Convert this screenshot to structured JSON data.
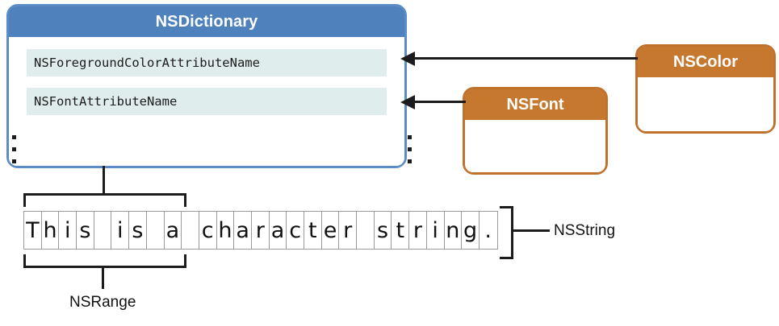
{
  "diagram": {
    "title": "NSAttributedString composition diagram",
    "colors": {
      "dict_header": "#4f81bd",
      "dict_border": "#5b8cc4",
      "row_fill": "#dfeded",
      "obj_header": "#c5782e",
      "obj_border": "#c0712c",
      "line": "#1c1c1c",
      "cell_border": "#9a9a9a"
    }
  },
  "dictionary": {
    "title": "NSDictionary",
    "rows": [
      {
        "key": "NSForegroundColorAttributeName"
      },
      {
        "key": "NSFontAttributeName"
      }
    ],
    "ellipsis": "⋮"
  },
  "objects": [
    {
      "id": "nsfont",
      "title": "NSFont",
      "target_row": 1
    },
    {
      "id": "nscolor",
      "title": "NSColor",
      "target_row": 0
    }
  ],
  "string": {
    "text": "This is a character string.",
    "characters": [
      "T",
      "h",
      "i",
      "s",
      " ",
      "i",
      "s",
      " ",
      "a",
      " ",
      "c",
      "h",
      "a",
      "r",
      "a",
      "c",
      "t",
      "e",
      "r",
      " ",
      "s",
      "t",
      "r",
      "i",
      "n",
      "g",
      "."
    ],
    "length": 27,
    "label": "NSString"
  },
  "range": {
    "label": "NSRange",
    "covers_text": "This is a",
    "location": 0,
    "length": 9
  }
}
